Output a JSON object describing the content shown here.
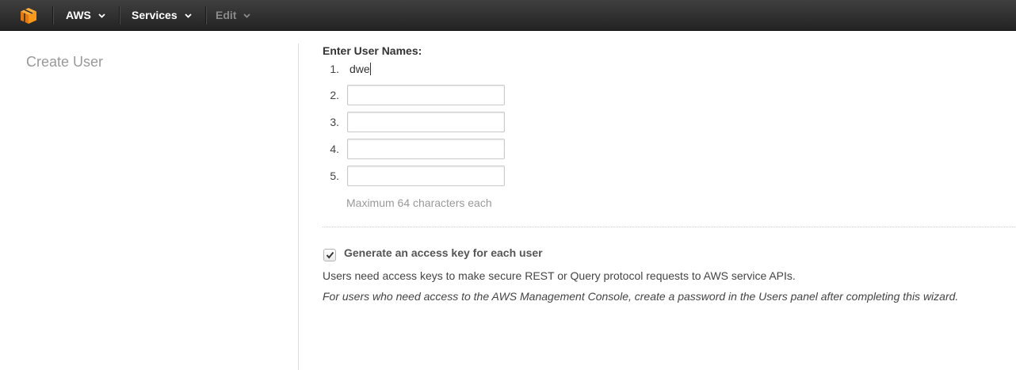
{
  "topbar": {
    "logo_icon": "aws-cube-icon",
    "items": [
      {
        "label": "AWS",
        "enabled": true
      },
      {
        "label": "Services",
        "enabled": true
      },
      {
        "label": "Edit",
        "enabled": false
      }
    ]
  },
  "sidebar": {
    "title": "Create User"
  },
  "form": {
    "heading": "Enter User Names:",
    "rows": [
      {
        "number": "1.",
        "value": "dwe"
      },
      {
        "number": "2.",
        "value": ""
      },
      {
        "number": "3.",
        "value": ""
      },
      {
        "number": "4.",
        "value": ""
      },
      {
        "number": "5.",
        "value": ""
      }
    ],
    "hint": "Maximum 64 characters each"
  },
  "access_key": {
    "checked": true,
    "label": "Generate an access key for each user",
    "description": "Users need access keys to make secure REST or Query protocol requests to AWS service APIs.",
    "note": "For users who need access to the AWS Management Console, create a password in the Users panel after completing this wizard."
  },
  "colors": {
    "topbar": "#2d2d2d",
    "logo_orange": "#f7981d",
    "muted_text": "#999999"
  }
}
